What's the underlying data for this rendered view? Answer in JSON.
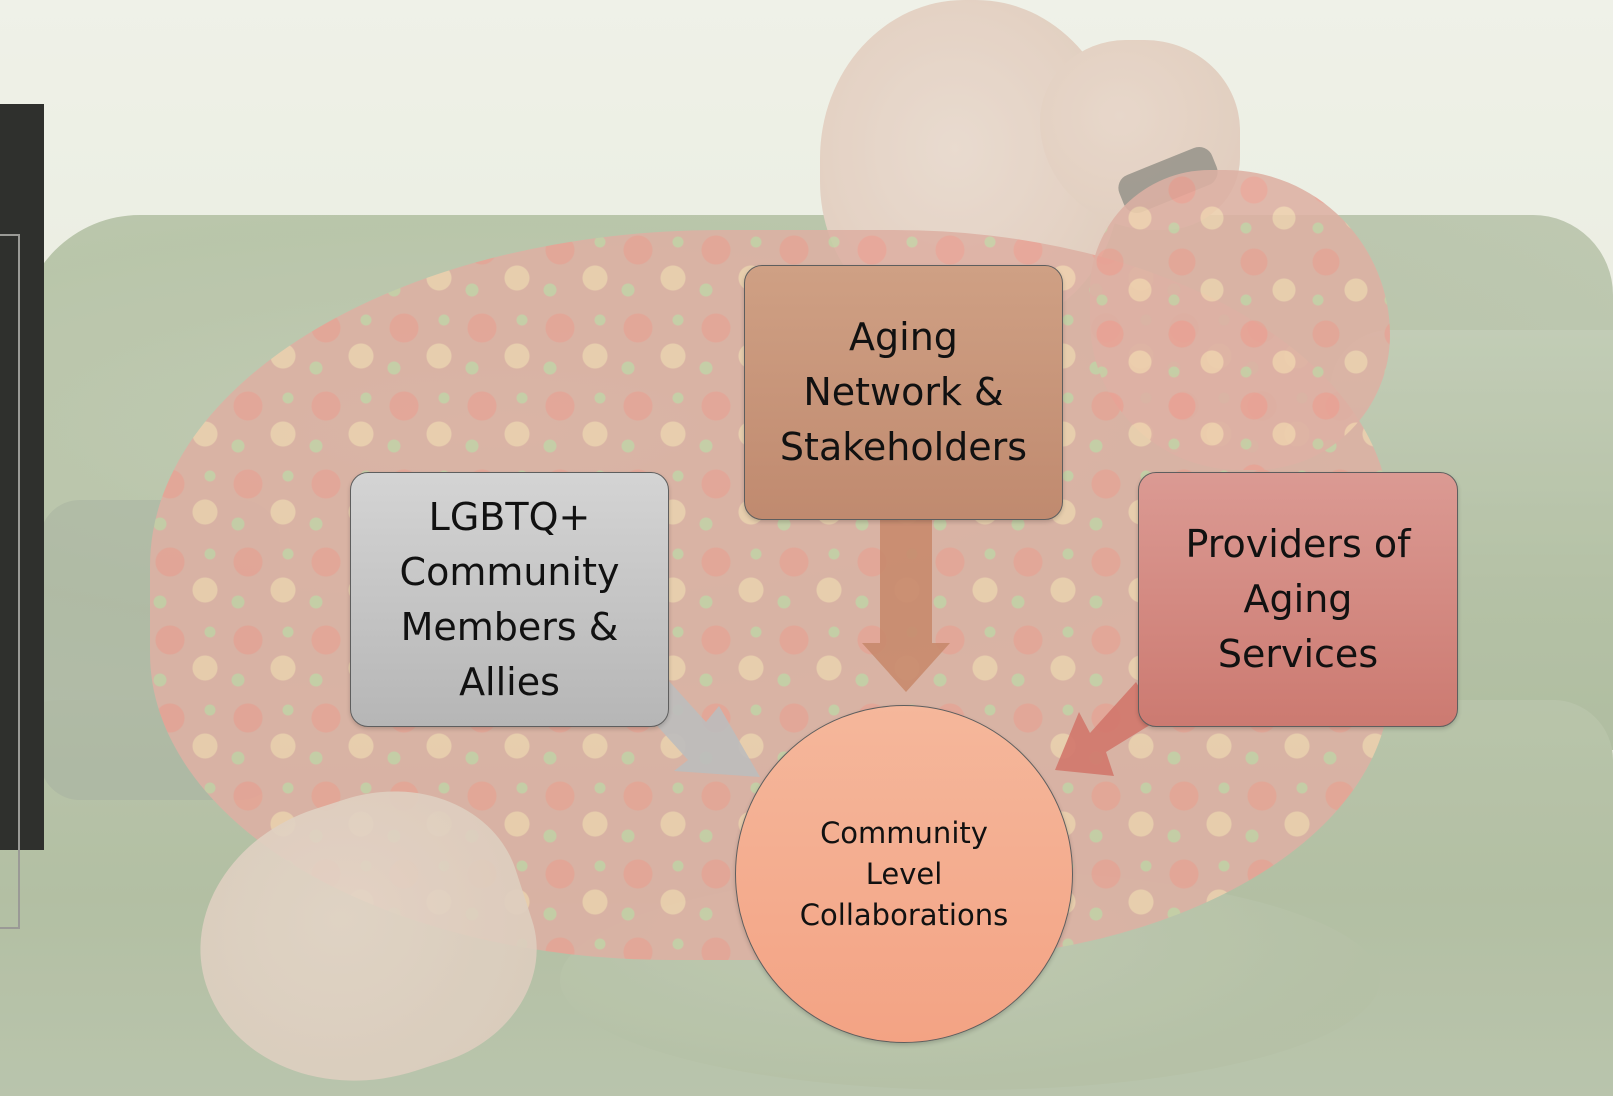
{
  "diagram": {
    "nodes": {
      "aging_network": {
        "lines": [
          "Aging",
          "Network &",
          "Stakeholders"
        ],
        "fill": "#c8957a"
      },
      "lgbtq_members": {
        "lines": [
          "LGBTQ+",
          "Community",
          "Members &",
          "Allies"
        ],
        "fill": "#c4c4c4"
      },
      "providers": {
        "lines": [
          "Providers of",
          "Aging",
          "Services"
        ],
        "fill": "#d48a82"
      },
      "collaborations": {
        "lines": [
          "Community",
          "Level",
          "Collaborations"
        ],
        "fill": "#f4ad90"
      }
    },
    "edges": [
      {
        "from": "aging_network",
        "to": "collaborations",
        "color": "#c88a6d"
      },
      {
        "from": "lgbtq_members",
        "to": "collaborations",
        "color": "#bcbcbc"
      },
      {
        "from": "providers",
        "to": "collaborations",
        "color": "#d2776c"
      }
    ]
  },
  "icons": {
    "background_photo": "photo-of-man-on-sofa-icon"
  }
}
